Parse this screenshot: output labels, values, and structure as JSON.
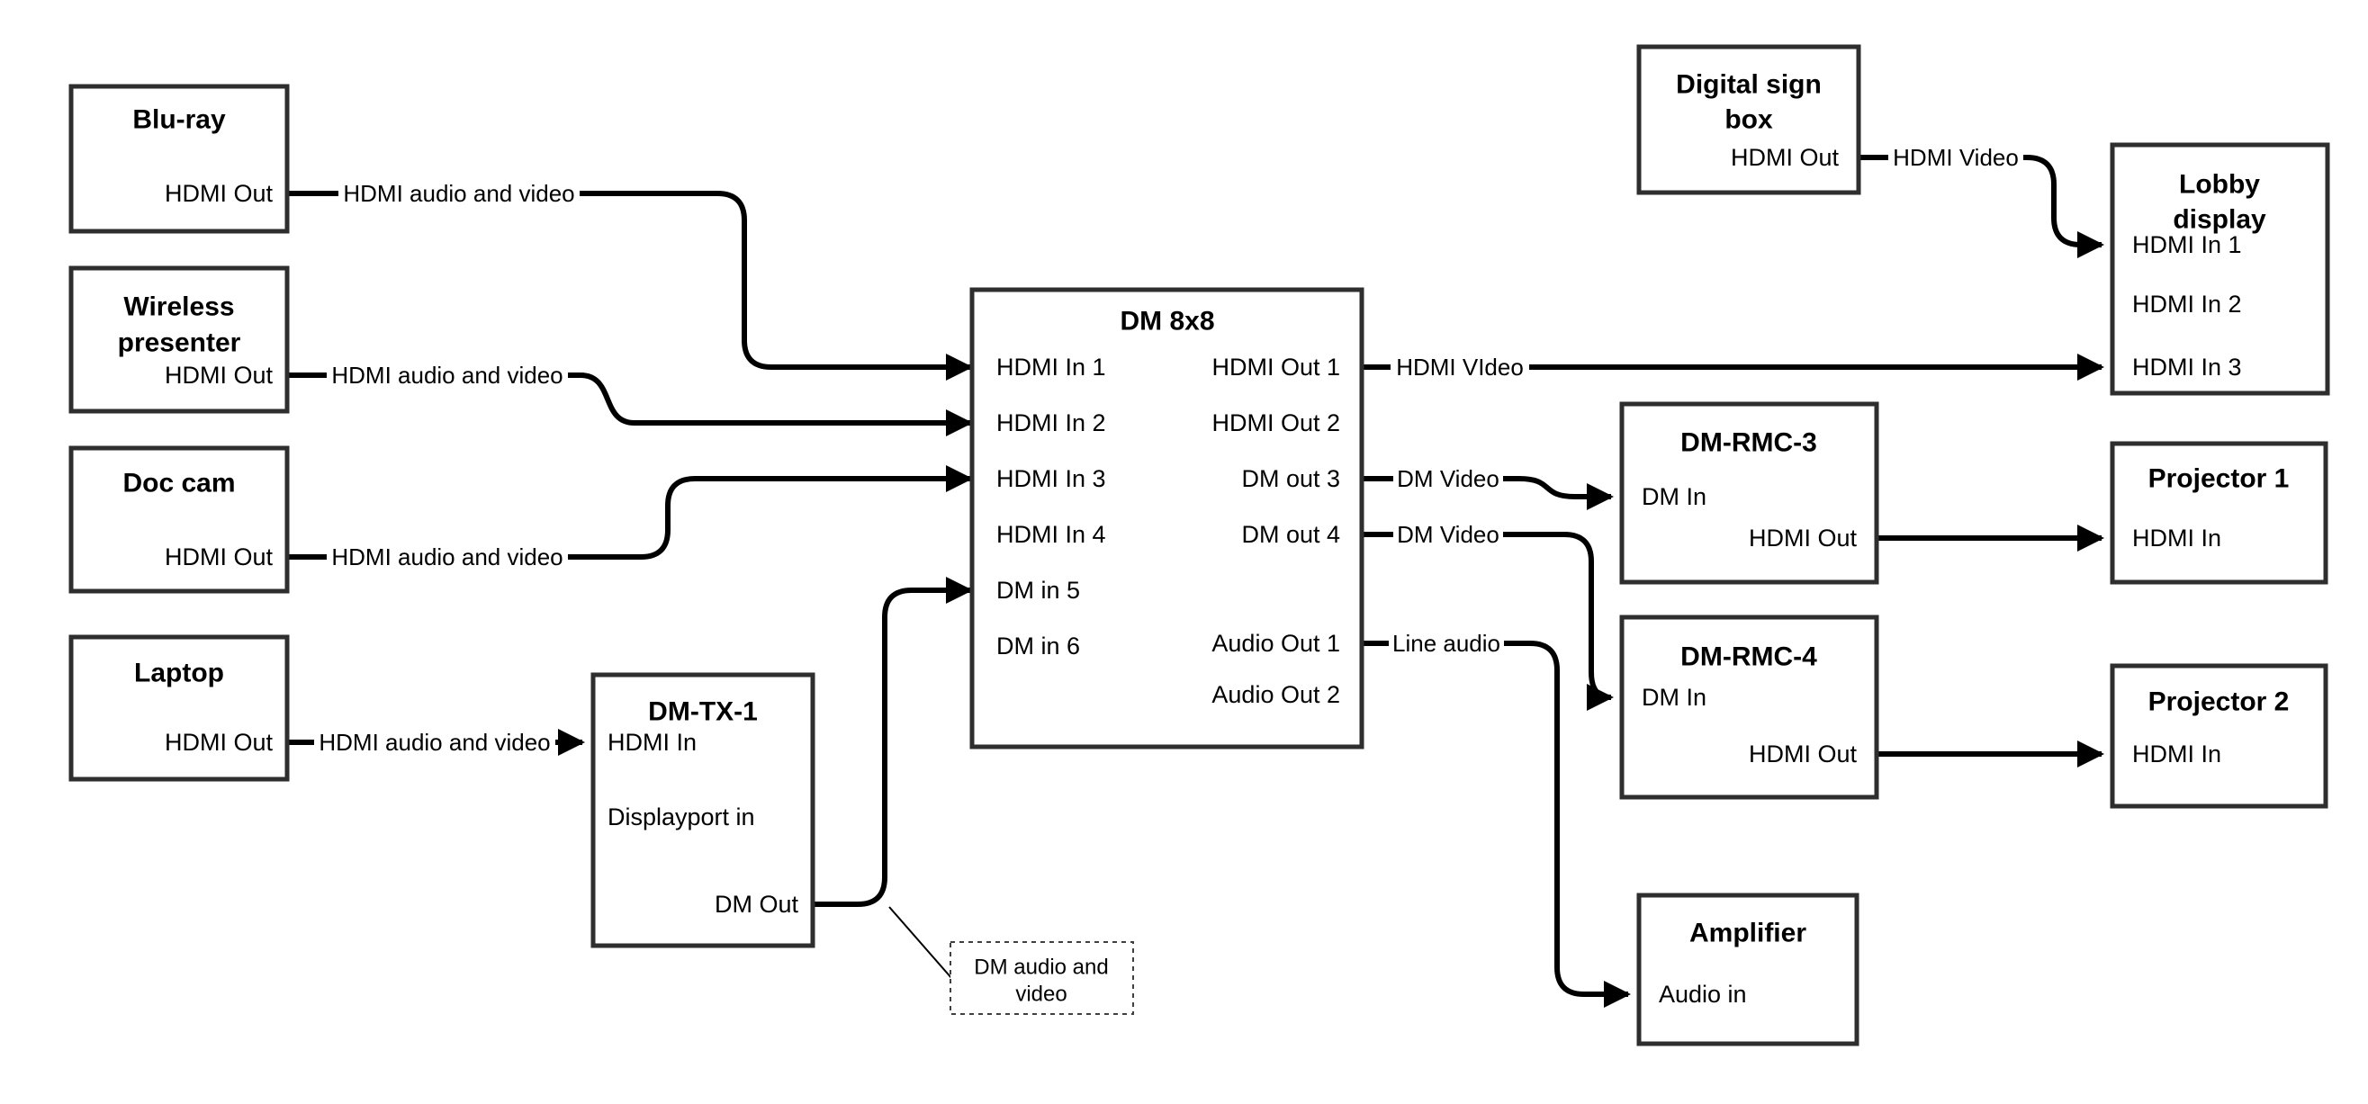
{
  "diagram": {
    "colors": {
      "background": "#ffffff",
      "wire": "#000000",
      "box_border": "#2e2e2e",
      "text": "#000000"
    },
    "nodes": {
      "bluray": {
        "title": "Blu-ray",
        "ports": {
          "hdmi_out": "HDMI Out"
        }
      },
      "wireless": {
        "title_lines": [
          "Wireless",
          "presenter"
        ],
        "ports": {
          "hdmi_out": "HDMI Out"
        }
      },
      "doccam": {
        "title": "Doc cam",
        "ports": {
          "hdmi_out": "HDMI Out"
        }
      },
      "laptop": {
        "title": "Laptop",
        "ports": {
          "hdmi_out": "HDMI Out"
        }
      },
      "dmtx1": {
        "title": "DM-TX-1",
        "ports": {
          "hdmi_in": "HDMI In",
          "displayport_in": "Displayport in",
          "dm_out": "DM Out"
        }
      },
      "dm8x8": {
        "title": "DM 8x8",
        "ports": {
          "hdmi_in_1": "HDMI In 1",
          "hdmi_in_2": "HDMI In 2",
          "hdmi_in_3": "HDMI In 3",
          "hdmi_in_4": "HDMI In 4",
          "dm_in_5": "DM in 5",
          "dm_in_6": "DM in 6",
          "hdmi_out_1": "HDMI Out 1",
          "hdmi_out_2": "HDMI Out 2",
          "dm_out_3": "DM out 3",
          "dm_out_4": "DM out 4",
          "audio_out_1": "Audio Out 1",
          "audio_out_2": "Audio Out 2"
        }
      },
      "digital_sign": {
        "title_lines": [
          "Digital sign",
          "box"
        ],
        "ports": {
          "hdmi_out": "HDMI Out"
        }
      },
      "lobby": {
        "title_lines": [
          "Lobby",
          "display"
        ],
        "ports": {
          "hdmi_in_1": "HDMI In 1",
          "hdmi_in_2": "HDMI In 2",
          "hdmi_in_3": "HDMI In 3"
        }
      },
      "dmrmc3": {
        "title": "DM-RMC-3",
        "ports": {
          "dm_in": "DM In",
          "hdmi_out": "HDMI Out"
        }
      },
      "proj1": {
        "title": "Projector 1",
        "ports": {
          "hdmi_in": "HDMI In"
        }
      },
      "dmrmc4": {
        "title": "DM-RMC-4",
        "ports": {
          "dm_in": "DM In",
          "hdmi_out": "HDMI Out"
        }
      },
      "proj2": {
        "title": "Projector 2",
        "ports": {
          "hdmi_in": "HDMI In"
        }
      },
      "amplifier": {
        "title": "Amplifier",
        "ports": {
          "audio_in": "Audio in"
        }
      }
    },
    "edge_labels": {
      "bluray_to_dm8x8": "HDMI audio and video",
      "wireless_to_dm8x8": "HDMI audio and video",
      "doccam_to_dm8x8": "HDMI audio and video",
      "laptop_to_dmtx1": "HDMI audio and video",
      "hdmiout1_to_lobby": "HDMI VIdeo",
      "dmout3_to_dmrmc3": "DM Video",
      "dmout4_to_dmrmc4": "DM Video",
      "audioout1_to_amp": "Line audio",
      "sign_to_lobby": "HDMI Video"
    },
    "callout": {
      "line1": "DM audio and",
      "line2": "video"
    }
  }
}
